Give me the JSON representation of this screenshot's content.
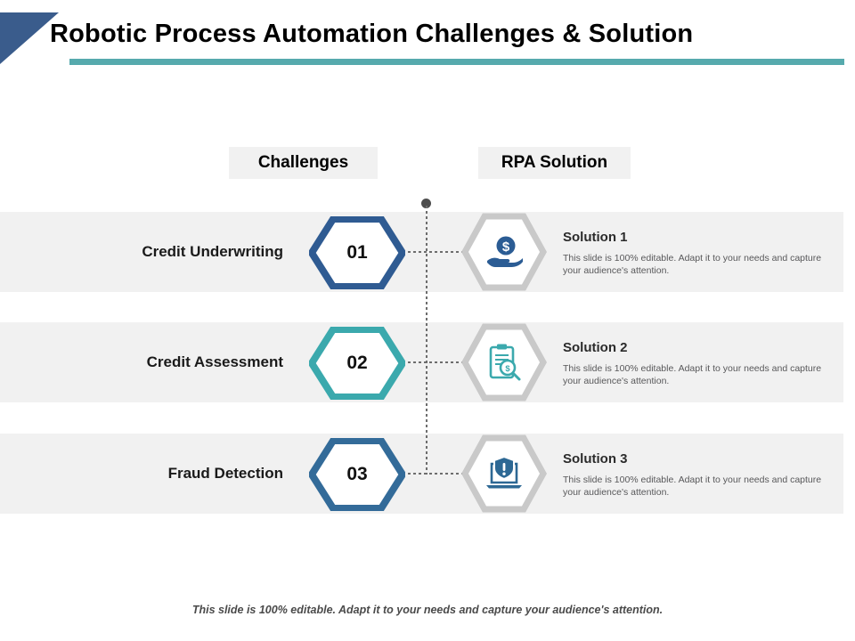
{
  "header": {
    "title": "Robotic Process Automation Challenges & Solution",
    "accent_triangle_color": "#3a5c8c",
    "accent_rule_color": "#56aaad"
  },
  "columns": {
    "challenges_label": "Challenges",
    "rpa_label": "RPA Solution"
  },
  "rows": [
    {
      "number": "01",
      "challenge": "Credit Underwriting",
      "hex_color": "#2f5b92",
      "solution_title": "Solution 1",
      "solution_body": "This slide is 100% editable.  Adapt it to your needs and capture your audience's attention.",
      "icon_name": "hand-holding-dollar-coin-icon",
      "icon_color": "#2b5c94"
    },
    {
      "number": "02",
      "challenge": "Credit Assessment",
      "hex_color": "#3ba9ad",
      "solution_title": "Solution 2",
      "solution_body": "This slide is 100% editable.  Adapt it to your needs and capture your audience's attention.",
      "icon_name": "clipboard-magnifier-dollar-icon",
      "icon_color": "#3ba9ad"
    },
    {
      "number": "03",
      "challenge": "Fraud Detection",
      "hex_color": "#336b99",
      "solution_title": "Solution 3",
      "solution_body": "This slide is 100% editable.  Adapt it to your needs and capture your audience's attention.",
      "icon_name": "laptop-shield-alert-icon",
      "icon_color": "#2d6894"
    }
  ],
  "footer": {
    "note": "This slide is 100% editable. Adapt it to your needs and capture your audience's attention."
  },
  "palette": {
    "band_gray": "#f1f1f1",
    "chip_gray": "#f1f1f1",
    "hex_outline_gray": "#c9c9c9",
    "dotted_gray": "#6d6d6d"
  }
}
